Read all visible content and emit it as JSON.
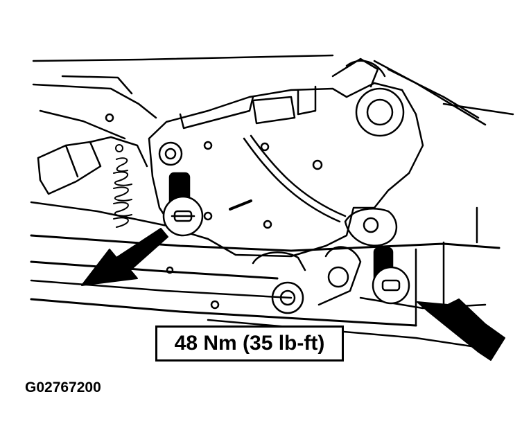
{
  "diagram": {
    "torque_spec": "48 Nm (35 lb-ft)",
    "figure_code": "G02767200",
    "callouts": [
      "arrow-left-bolt",
      "arrow-right-bolt"
    ],
    "ink_color": "#000000",
    "paper_color": "#ffffff"
  }
}
